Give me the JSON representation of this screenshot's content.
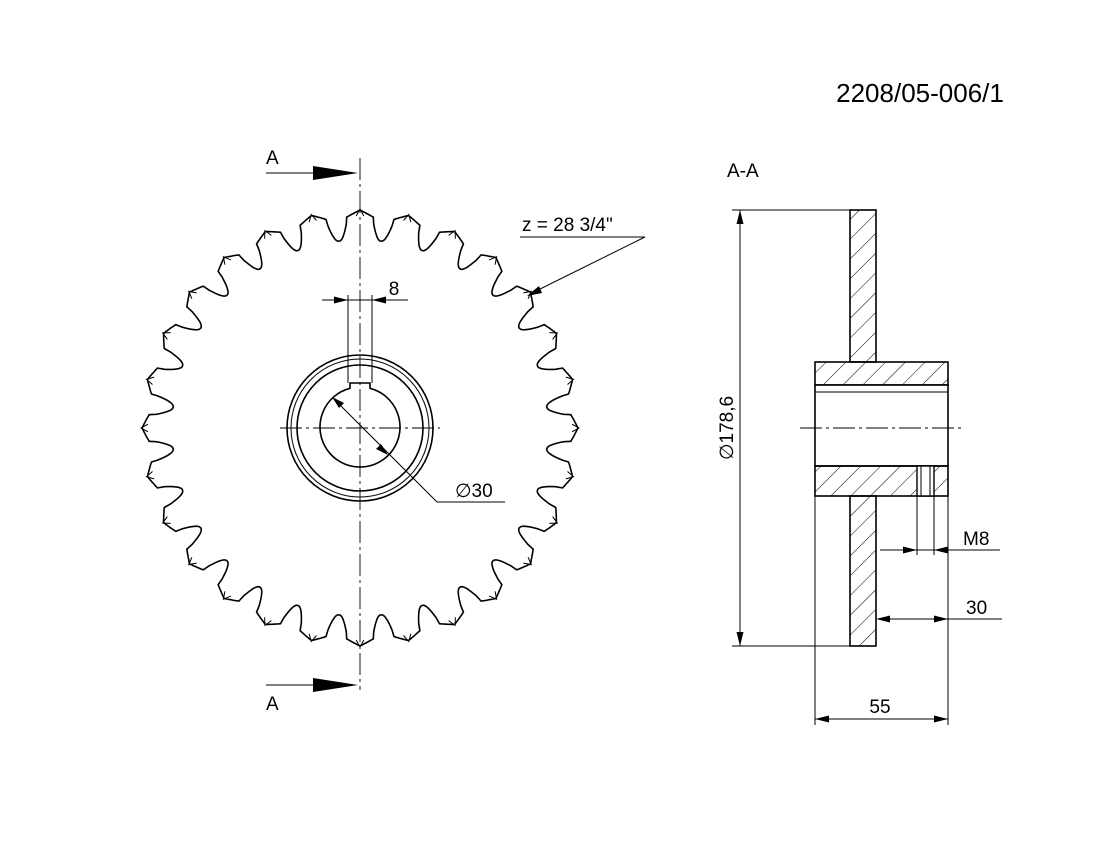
{
  "drawing_number": "2208/05-006/1",
  "section_label": "A-A",
  "section_marker_top": "A",
  "section_marker_bottom": "A",
  "teeth_note": "z = 28  3/4\"",
  "keyway_width": "8",
  "bore_diameter": "∅30",
  "outer_diameter": "∅178,6",
  "thread_size": "M8",
  "hub_offset": "30",
  "hub_length": "55"
}
